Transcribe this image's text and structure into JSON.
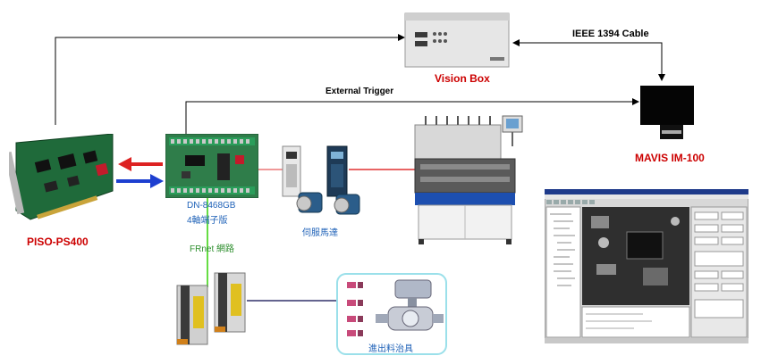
{
  "labels": {
    "vision_box": "Vision Box",
    "ieee_cable": "IEEE 1394 Cable",
    "external_trigger": "External Trigger",
    "mavis": "MAVIS IM-100",
    "piso": "PISO-PS400",
    "dn_model": "DN-8468GB",
    "dn_desc": "4軸端子版",
    "servo": "伺服馬達",
    "frnet": "FRnet 網路",
    "feeder": "進出料治具"
  },
  "colors": {
    "red_label": "#cc0000",
    "blue_label": "#1f62b8",
    "green_label": "#2f8f2f",
    "frnet_line": "#66dd44",
    "servo_line": "#e03030",
    "io_line": "#30306a",
    "feeder_box_border": "#9be0ea"
  },
  "icons": [
    "vision-box-icon",
    "camera-icon",
    "pci-card-icon",
    "terminal-board-icon",
    "servo-motor-icon",
    "machine-icon",
    "io-module-icon",
    "feeder-icon",
    "software-screenshot-icon"
  ]
}
